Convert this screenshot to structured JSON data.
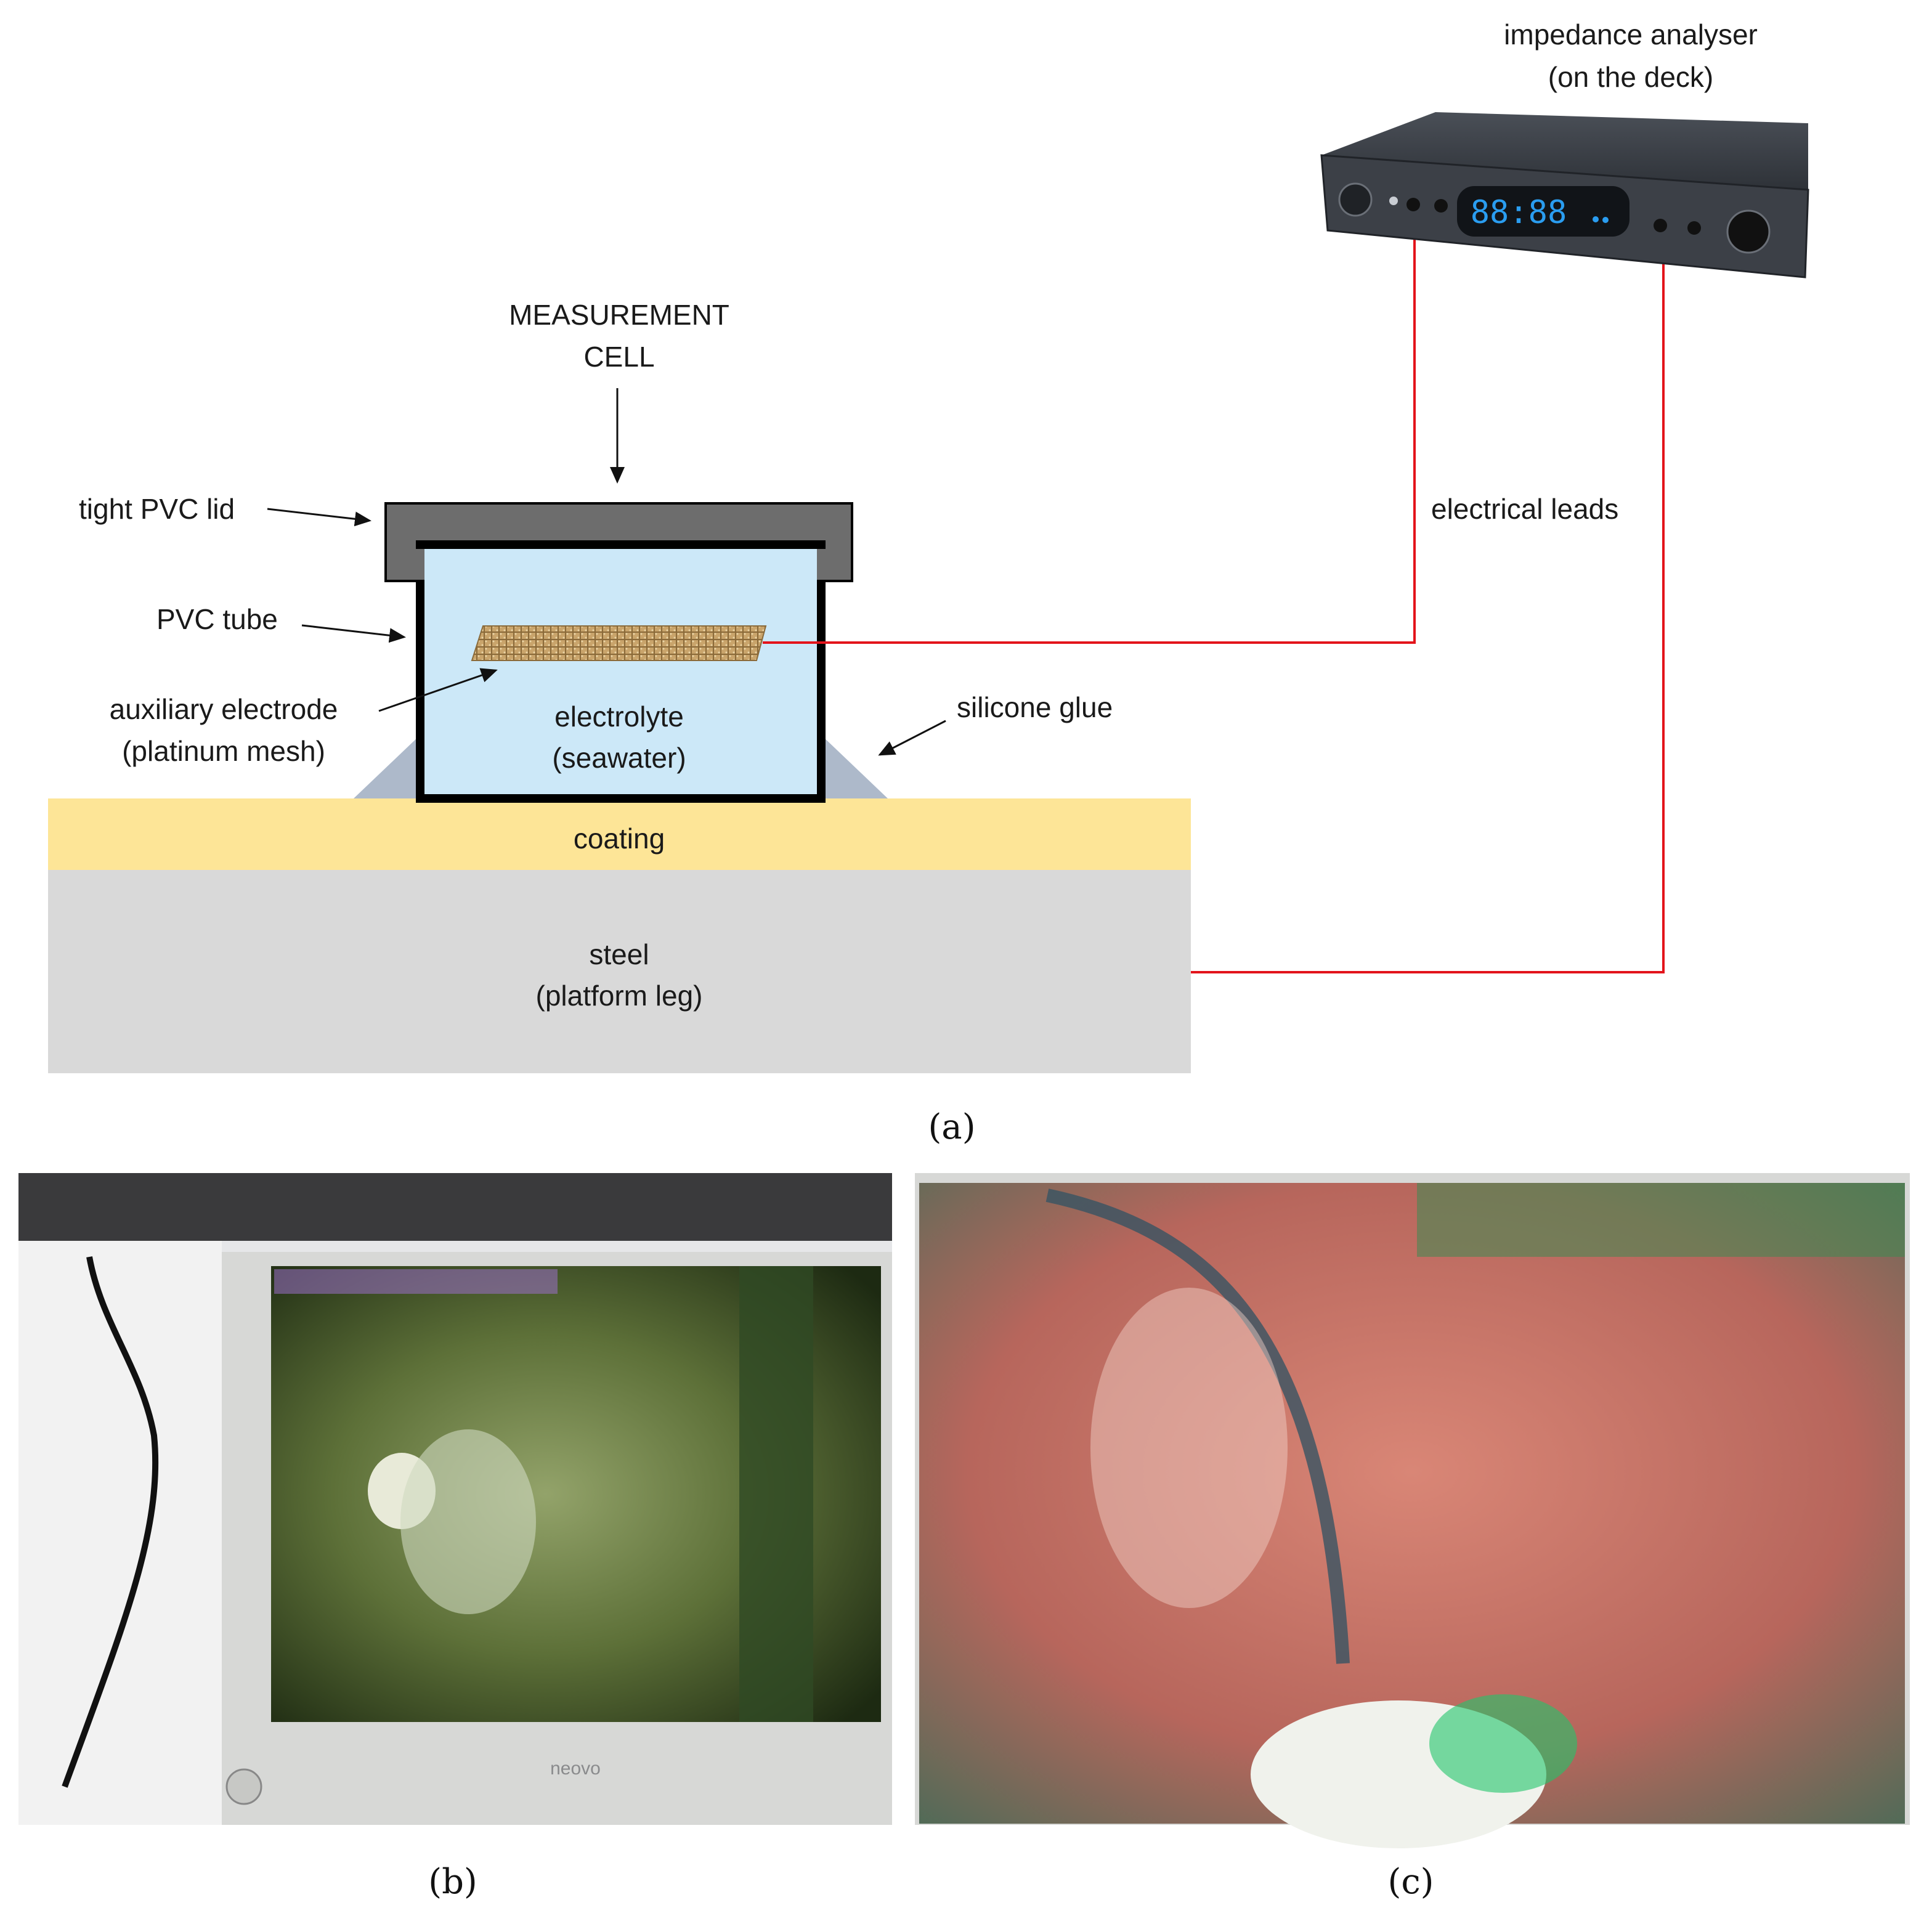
{
  "device": {
    "label_line1": "impedance analyser",
    "label_line2": "(on the deck)",
    "display_text": "88:88"
  },
  "cell": {
    "title_line1": "MEASUREMENT",
    "title_line2": "CELL",
    "lid_label": "tight PVC lid",
    "tube_label": "PVC tube",
    "aux_line1": "auxiliary electrode",
    "aux_line2": "(platinum mesh)",
    "electrolyte_line1": "electrolyte",
    "electrolyte_line2": "(seawater)",
    "glue_label": "silicone glue",
    "coating_label": "coating",
    "steel_line1": "steel",
    "steel_line2": "(platform leg)",
    "leads_label": "electrical leads"
  },
  "monitor_brand": "neovo",
  "captions": {
    "a": "(a)",
    "b": "(b)",
    "c": "(c)"
  },
  "colors": {
    "lid": "#6d6d6d",
    "electrolyte": "#cce8f8",
    "coating": "#fde597",
    "steel": "#d9d9d9",
    "glue": "#adb9ca",
    "lead": "#e3141b",
    "device_display": "#2a9df0"
  }
}
